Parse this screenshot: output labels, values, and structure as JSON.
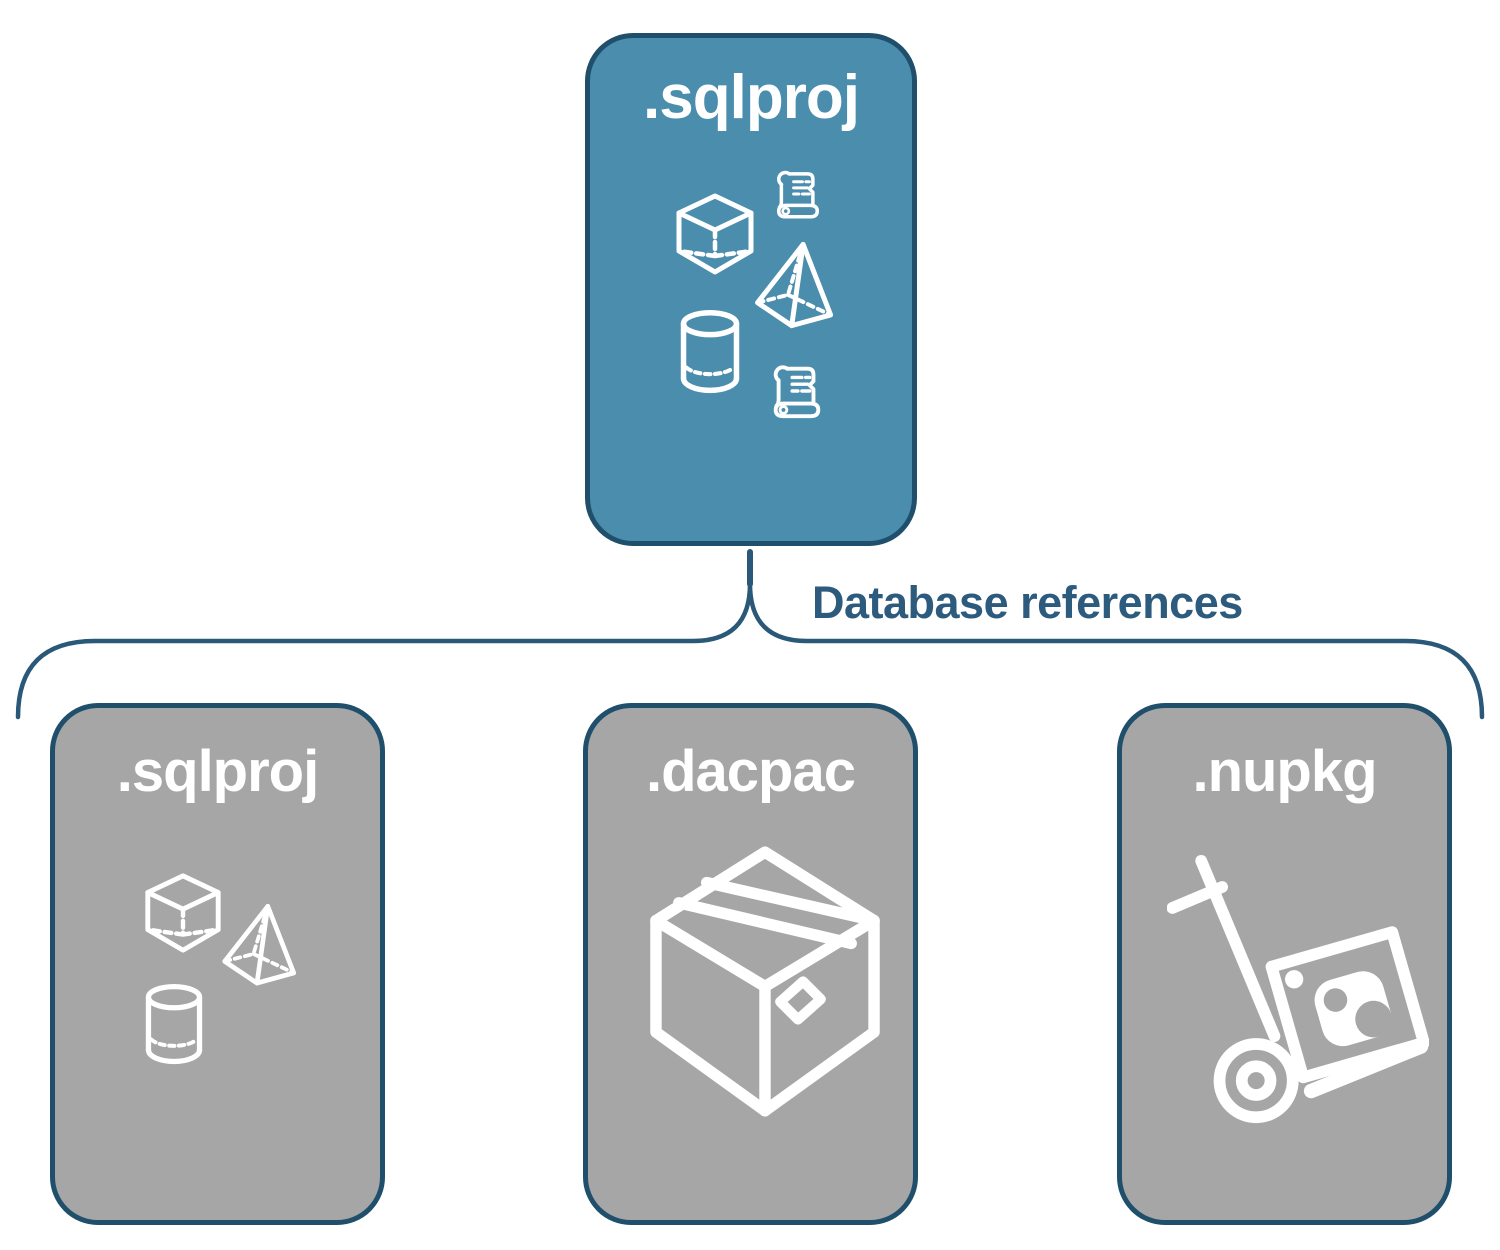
{
  "diagram": {
    "top_node": {
      "title": ".sqlproj",
      "icons": [
        "sql-script-icon",
        "cube-icon",
        "pyramid-icon",
        "cylinder-icon",
        "sql-script-icon"
      ]
    },
    "connector": {
      "label": "Database references"
    },
    "child_nodes": [
      {
        "title": ".sqlproj",
        "icons": [
          "cube-icon",
          "pyramid-icon",
          "cylinder-icon"
        ]
      },
      {
        "title": ".dacpac",
        "icons": [
          "package-box-icon"
        ]
      },
      {
        "title": ".nupkg",
        "icons": [
          "hand-truck-icon"
        ]
      }
    ],
    "colors": {
      "top_node_fill": "#4A8DAC",
      "child_node_fill": "#A6A6A6",
      "node_border": "#1F4F6B",
      "connector_stroke": "#2A5878",
      "label_text": "#2D5B7E",
      "icon_stroke": "#FFFFFF"
    }
  }
}
